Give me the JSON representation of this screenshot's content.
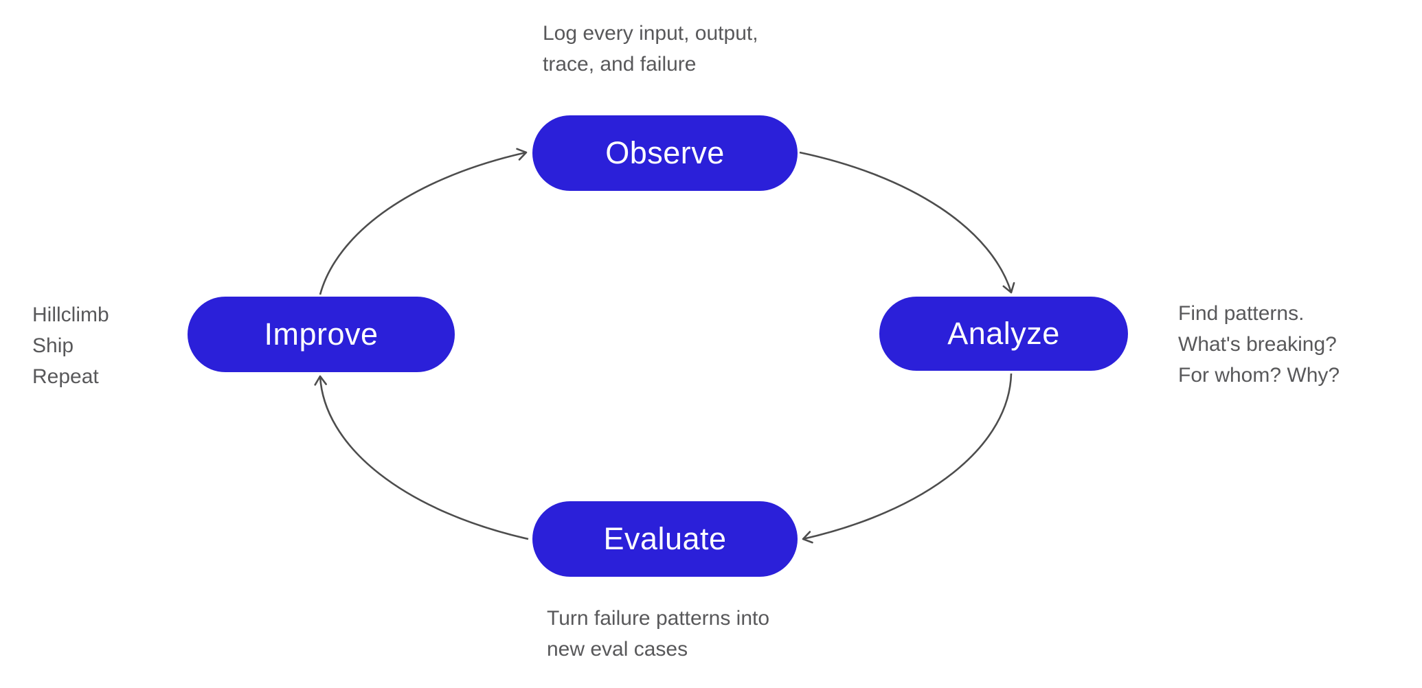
{
  "diagram": {
    "type": "cycle",
    "nodes": {
      "observe": {
        "label": "Observe"
      },
      "analyze": {
        "label": "Analyze"
      },
      "evaluate": {
        "label": "Evaluate"
      },
      "improve": {
        "label": "Improve"
      }
    },
    "annotations": {
      "observe": {
        "text": "Log every input, output,\ntrace, and failure"
      },
      "analyze": {
        "text": "Find patterns.\nWhat's breaking?\nFor whom? Why?"
      },
      "evaluate": {
        "text": "Turn failure patterns into\nnew eval cases"
      },
      "improve": {
        "text": "Hillclimb\nShip\nRepeat"
      }
    },
    "edges": [
      {
        "from": "Improve",
        "to": "Observe"
      },
      {
        "from": "Observe",
        "to": "Analyze"
      },
      {
        "from": "Analyze",
        "to": "Evaluate"
      },
      {
        "from": "Evaluate",
        "to": "Improve"
      }
    ],
    "colors": {
      "node_fill": "#2b20d9",
      "node_text": "#ffffff",
      "arrow": "#4d4d4d",
      "annotation_text": "#58585a",
      "background": "#ffffff"
    }
  }
}
